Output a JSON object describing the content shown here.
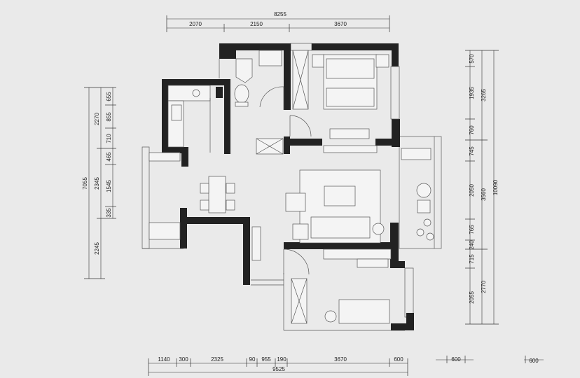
{
  "dimensions": {
    "top_total": "8255",
    "top_segments": [
      "2070",
      "2150",
      "3670"
    ],
    "bottom_total": "9525",
    "bottom_segments": [
      "1140",
      "300",
      "2325",
      "90",
      "955",
      "190",
      "3670",
      "600"
    ],
    "bottom_right_segments": [
      "600",
      "600"
    ],
    "left_total": "7055",
    "left_mid": [
      "2270",
      "2345",
      "2245"
    ],
    "left_inner": [
      "655",
      "855",
      "710",
      "465",
      "1545",
      "335"
    ],
    "right_total": "10090",
    "right_mid": [
      "3265",
      "3560",
      "2770"
    ],
    "right_inner": [
      "570",
      "1935",
      "760",
      "745",
      "2050",
      "765",
      "240",
      "715",
      "2055"
    ]
  }
}
